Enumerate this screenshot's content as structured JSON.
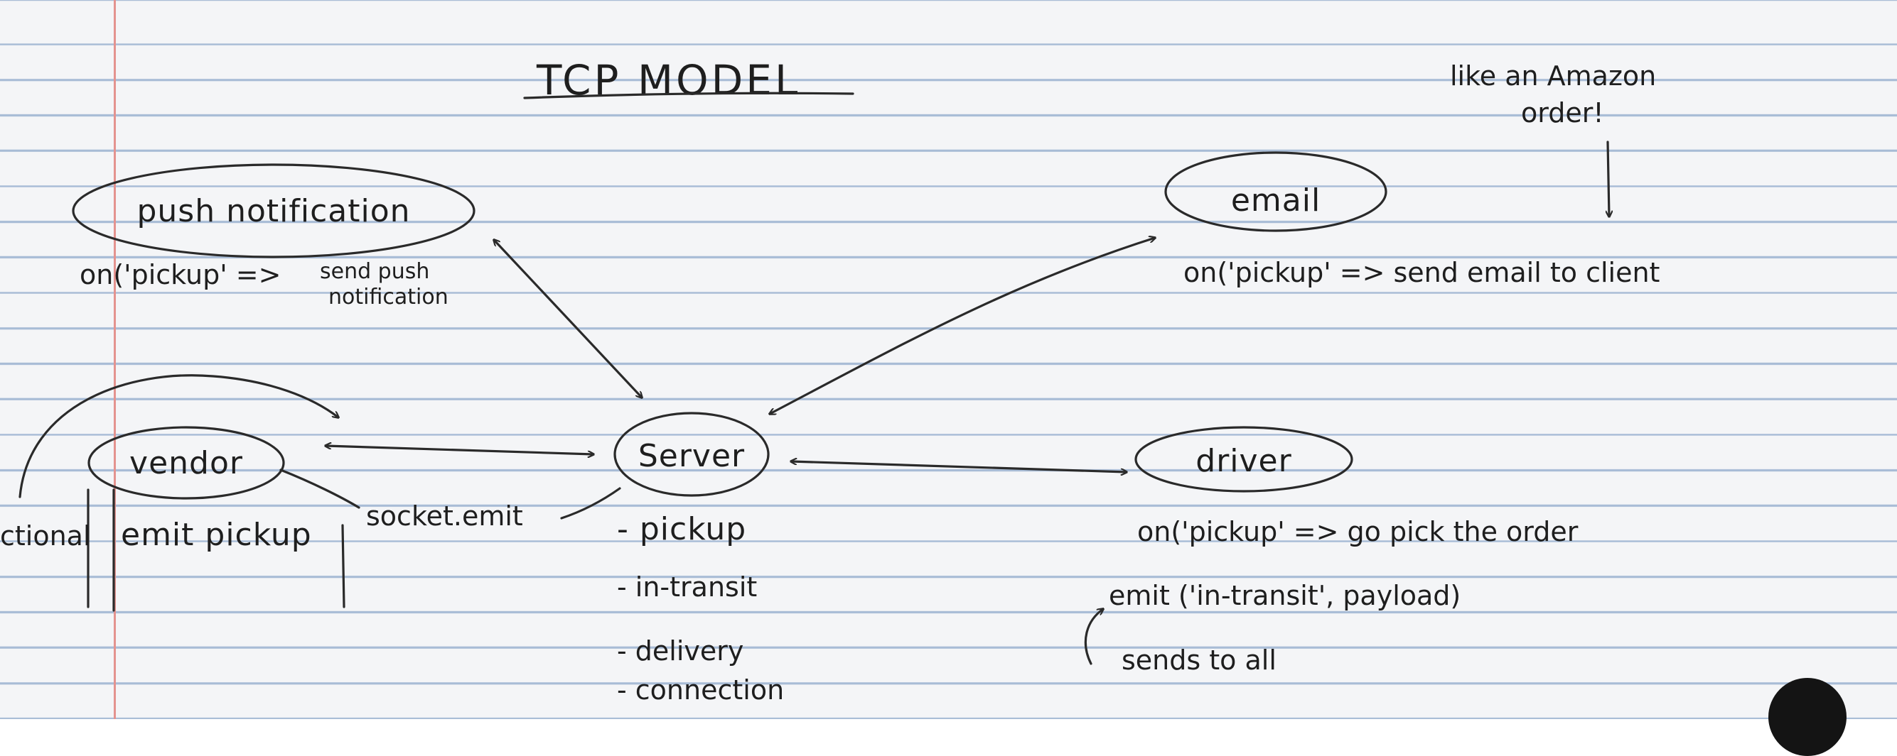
{
  "title": "TCP MODEL",
  "amazon_note": [
    "like an Amazon",
    "order!"
  ],
  "nodes": {
    "push": "push notification",
    "email": "email",
    "vendor": "vendor",
    "server": "Server",
    "driver": "driver"
  },
  "push_note": {
    "line1": "on('pickup' =>",
    "line2": "send push",
    "line3": "notification"
  },
  "email_note": "on('pickup' => send email to client",
  "vendor_box": {
    "left_partial": "ctional",
    "action": "emit pickup"
  },
  "socket_label": "socket.emit",
  "server_events": [
    "- pickup",
    "- in-transit",
    "- delivery",
    "- connection"
  ],
  "driver_note": {
    "line1": "on('pickup' => go pick the order",
    "line2": "emit ('in-transit', payload)"
  },
  "sends_note": "sends to all"
}
